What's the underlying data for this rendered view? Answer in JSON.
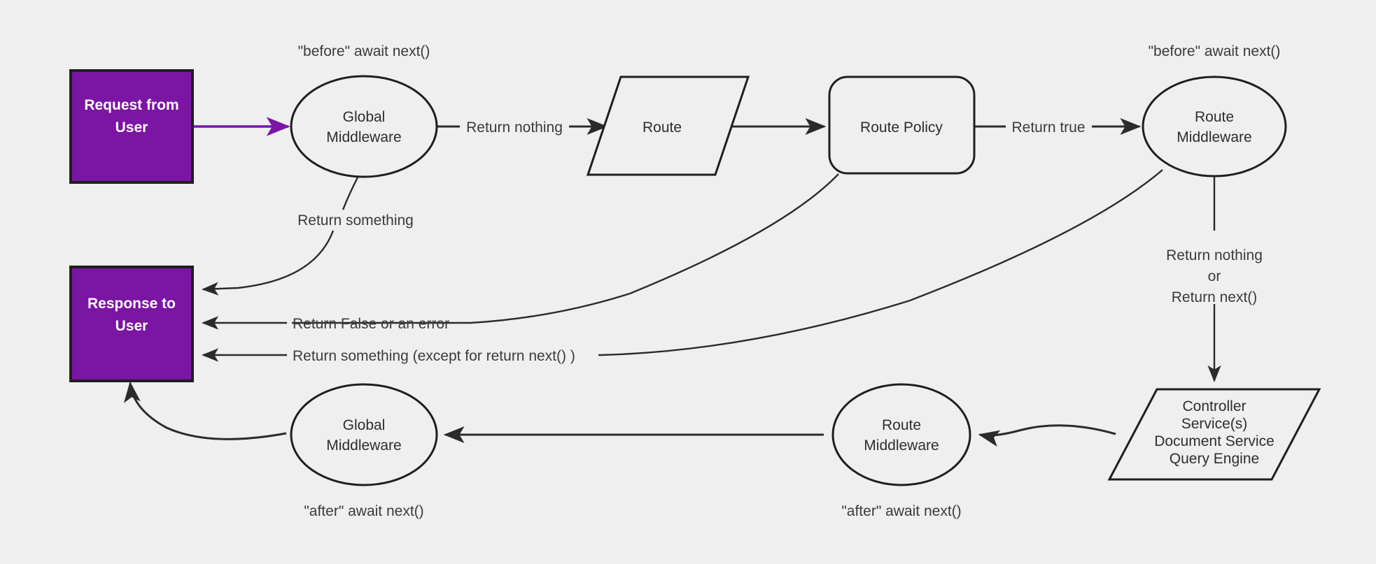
{
  "diagram": {
    "title": "Middleware request/response lifecycle flowchart",
    "background_color": "#efefef",
    "accent_color": "#7b15a4",
    "line_color": "#2b2b2b",
    "nodes": {
      "request_box": {
        "line1": "Request from",
        "line2": "User"
      },
      "response_box": {
        "line1": "Response to",
        "line2": "User"
      },
      "global_middleware_top": {
        "line1": "Global",
        "line2": "Middleware"
      },
      "route": {
        "label": "Route"
      },
      "route_policy": {
        "label": "Route Policy"
      },
      "route_middleware_top": {
        "line1": "Route",
        "line2": "Middleware"
      },
      "controller": {
        "line1": "Controller",
        "line2": "Service(s)",
        "line3": "Document Service",
        "line4": "Query Engine"
      },
      "route_middleware_bottom": {
        "line1": "Route",
        "line2": "Middleware"
      },
      "global_middleware_bottom": {
        "line1": "Global",
        "line2": "Middleware"
      }
    },
    "annotations": {
      "before_await_next_left": "\"before\" await next()",
      "before_await_next_right": "\"before\" await next()",
      "after_await_next_left": "\"after\" await next()",
      "after_await_next_right": "\"after\" await next()"
    },
    "edge_labels": {
      "return_nothing": "Return nothing",
      "return_true": "Return true",
      "return_something": "Return something",
      "return_false_or_error": "Return False or an error",
      "return_something_except": "Return something (except for return next() )",
      "return_nothing_or_next_l1": "Return nothing",
      "return_nothing_or_next_l2": "or",
      "return_nothing_or_next_l3": "Return next()"
    }
  }
}
